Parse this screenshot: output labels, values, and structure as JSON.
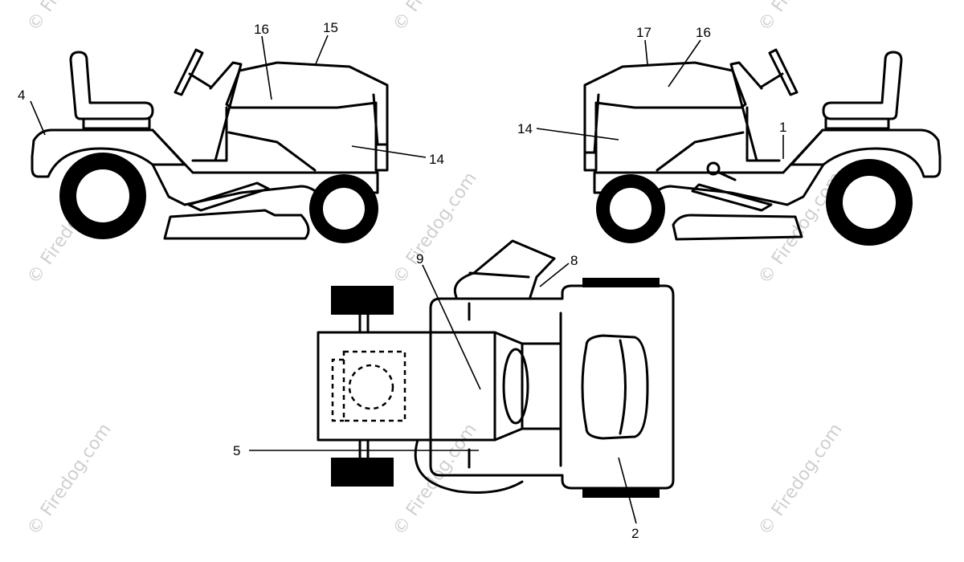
{
  "watermark": "© Firedog.com",
  "callouts": {
    "left_4": "4",
    "left_16": "16",
    "left_15": "15",
    "left_14": "14",
    "right_17": "17",
    "right_16": "16",
    "right_14": "14",
    "right_1": "1",
    "top_9": "9",
    "top_8": "8",
    "top_5": "5",
    "top_2": "2"
  },
  "colors": {
    "line": "#000000",
    "watermark": "#cfcfcf",
    "background": "#ffffff"
  }
}
